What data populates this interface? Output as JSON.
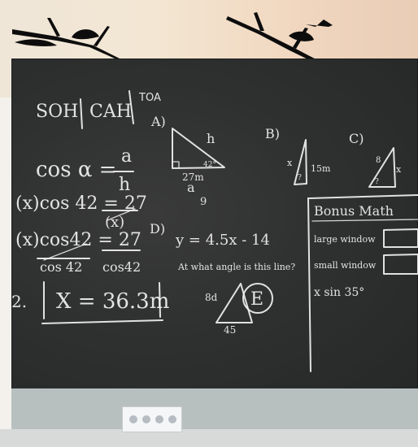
{
  "scene": {
    "board": {
      "soh": "SOH",
      "cah": "CAH",
      "toa": "TOA",
      "cos_alpha_lhs": "cos α =",
      "cos_alpha_frac_top": "a",
      "cos_alpha_frac_bottom": "h",
      "cos42_line1": "(x)cos 42 = 27",
      "cos42_line1_denominator": "(x)",
      "cos42_line2": "(x)cos42 = 27",
      "cos42_line2_denominator_left": "cos 42",
      "cos42_line2_denominator_right": "cos42",
      "answer": "X = 36.3m",
      "answer_prefix": "2.",
      "triangleA": {
        "label": "A)",
        "hyp": "h",
        "base": "27m",
        "base_var": "a",
        "angle": "42°",
        "bottom": "9"
      },
      "triangleB": {
        "label": "B)",
        "side": "15m",
        "side_x": "x",
        "angle": "?"
      },
      "triangleC": {
        "label": "C)",
        "side": "x",
        "top": "8",
        "angle": "?"
      },
      "partD": {
        "label": "D)",
        "equation": "y = 4.5x - 14",
        "question": "At what angle is this line?"
      },
      "triangleE": {
        "left": "8d",
        "bottom": "45",
        "circle_label": "E"
      },
      "bonus": {
        "title": "Bonus Math",
        "line1": "large window",
        "line2": "small window",
        "line3": "x sin 35°"
      }
    }
  }
}
